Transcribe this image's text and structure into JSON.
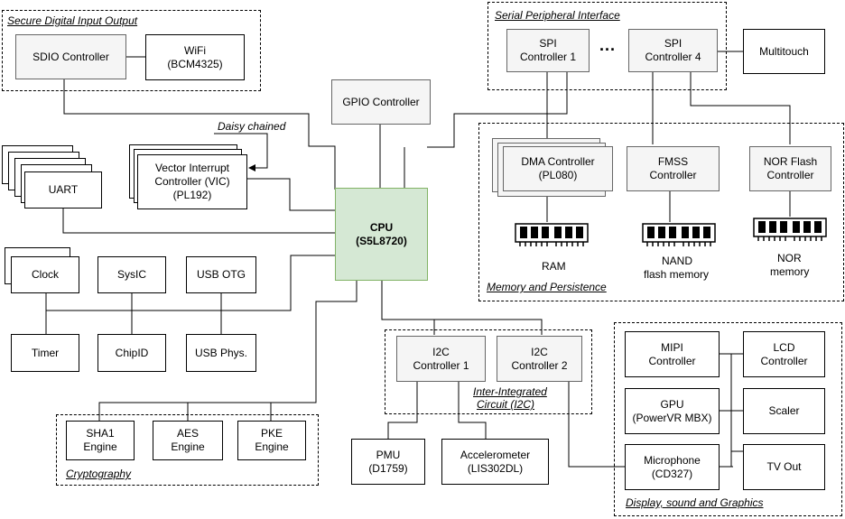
{
  "groups": {
    "sdio": "Secure Digital Input Output",
    "spi": "Serial Peripheral Interface",
    "memory": "Memory and Persistence",
    "i2c_line1": "Inter-Integrated",
    "i2c_line2": "Circuit (I2C)",
    "display": "Display, sound and Graphics",
    "crypto": "Cryptography"
  },
  "nodes": {
    "sdio_controller": [
      "SDIO Controller"
    ],
    "wifi": [
      "WiFi",
      "(BCM4325)"
    ],
    "spi1": [
      "SPI",
      "Controller 1"
    ],
    "spi4": [
      "SPI",
      "Controller 4"
    ],
    "multitouch": [
      "Multitouch"
    ],
    "gpio": [
      "GPIO Controller"
    ],
    "cpu": [
      "CPU",
      "(S5L8720)"
    ],
    "vic": [
      "Vector Interrupt",
      "Controller (VIC)",
      "(PL192)"
    ],
    "uart": [
      "UART"
    ],
    "dma": [
      "DMA Controller",
      "(PL080)"
    ],
    "fmss": [
      "FMSS",
      "Controller"
    ],
    "norflash": [
      "NOR Flash",
      "Controller"
    ],
    "clock": [
      "Clock"
    ],
    "sysic": [
      "SysIC"
    ],
    "usbotg": [
      "USB OTG"
    ],
    "timer": [
      "Timer"
    ],
    "chipid": [
      "ChipID"
    ],
    "usbphys": [
      "USB Phys."
    ],
    "i2c1": [
      "I2C",
      "Controller 1"
    ],
    "i2c2": [
      "I2C",
      "Controller 2"
    ],
    "pmu": [
      "PMU",
      "(D1759)"
    ],
    "accel": [
      "Accelerometer",
      "(LIS302DL)"
    ],
    "mipi": [
      "MIPI",
      "Controller"
    ],
    "lcd": [
      "LCD",
      "Controller"
    ],
    "gpu": [
      "GPU",
      "(PowerVR MBX)"
    ],
    "scaler": [
      "Scaler"
    ],
    "mic": [
      "Microphone",
      "(CD327)"
    ],
    "tvout": [
      "TV Out"
    ],
    "sha1": [
      "SHA1",
      "Engine"
    ],
    "aes": [
      "AES",
      "Engine"
    ],
    "pke": [
      "PKE",
      "Engine"
    ]
  },
  "labels": {
    "daisy": "Daisy chained",
    "ram": "RAM",
    "nand_1": "NAND",
    "nand_2": "flash memory",
    "nor_1": "NOR",
    "nor_2": "memory",
    "spi_ellipsis": "..."
  }
}
